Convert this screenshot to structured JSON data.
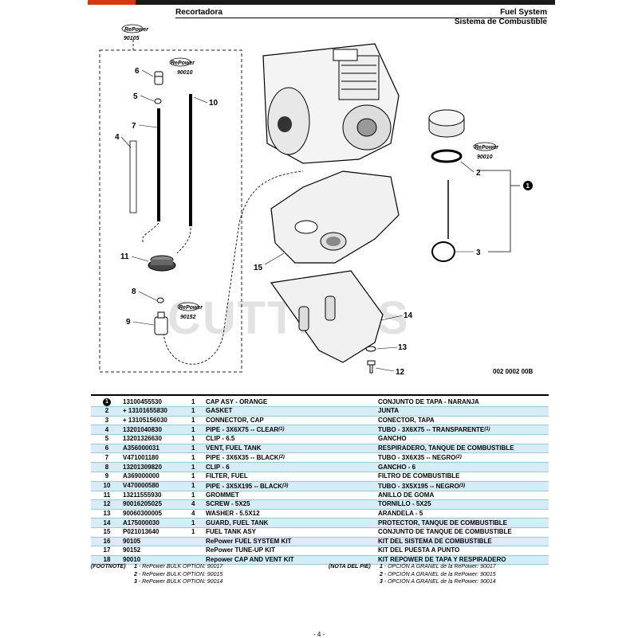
{
  "header": {
    "left_title": "Recortadora",
    "right_title_1": "Fuel System",
    "right_title_2": "Sistema de Combustible"
  },
  "diagram": {
    "code": "002 0002 00B",
    "watermark": "CUTTER'S",
    "repower_text": "RePower",
    "callouts": [
      "1",
      "2",
      "3",
      "4",
      "5",
      "6",
      "7",
      "8",
      "9",
      "10",
      "11",
      "12",
      "13",
      "14",
      "15"
    ],
    "kit_numbers": [
      "90105",
      "90010",
      "90010",
      "90152"
    ]
  },
  "parts_table": [
    {
      "ref": "1",
      "part": "13100455530",
      "qty": "1",
      "en": "CAP ASY - ORANGE",
      "es": "CONJUNTO DE TAPA - NARANJA",
      "blue": false,
      "circled": true
    },
    {
      "ref": "2",
      "part": "+ 13101655830",
      "qty": "1",
      "en": "GASKET",
      "es": "JUNTA",
      "blue": true
    },
    {
      "ref": "3",
      "part": "+ 13105156030",
      "qty": "1",
      "en": "CONNECTOR, CAP",
      "es": "CONECTOR, TAPA",
      "blue": false
    },
    {
      "ref": "4",
      "part": "13201040830",
      "qty": "1",
      "en": "PIPE - 3X6X75 -- CLEAR",
      "en_sup": "(1)",
      "es": "TUBO - 3X6X75 -- TRANSPARENTE",
      "es_sup": "(1)",
      "blue": true
    },
    {
      "ref": "5",
      "part": "13201326630",
      "qty": "1",
      "en": "CLIP - 6.5",
      "es": "GANCHO",
      "blue": false
    },
    {
      "ref": "6",
      "part": "A356000031",
      "qty": "1",
      "en": "VENT, FUEL TANK",
      "es": "RESPIRADERO, TANQUE DE COMBUSTIBLE",
      "blue": true
    },
    {
      "ref": "7",
      "part": "V471001180",
      "qty": "1",
      "en": "PIPE - 3X6X35 -- BLACK",
      "en_sup": "(2)",
      "es": "TUBO - 3X6X35 -- NEGRO",
      "es_sup": "(2)",
      "blue": false
    },
    {
      "ref": "8",
      "part": "13201309820",
      "qty": "1",
      "en": "CLIP - 6",
      "es": "GANCHO - 6",
      "blue": true
    },
    {
      "ref": "9",
      "part": "A369000000",
      "qty": "1",
      "en": "FILTER, FUEL",
      "es": "FILTRO DE COMBUSTIBLE",
      "blue": false
    },
    {
      "ref": "10",
      "part": "V470000580",
      "qty": "1",
      "en": "PIPE - 3X5X195 -- BLACK",
      "en_sup": "(3)",
      "es": "TUBO - 3X5X195 -- NEGRO",
      "es_sup": "(3)",
      "blue": true
    },
    {
      "ref": "11",
      "part": "13211555930",
      "qty": "1",
      "en": "GROMMET",
      "es": "ANILLO DE GOMA",
      "blue": false
    },
    {
      "ref": "12",
      "part": "90016205025",
      "qty": "4",
      "en": "SCREW - 5X25",
      "es": "TORNILLO - 5X25",
      "blue": true
    },
    {
      "ref": "13",
      "part": "90060300005",
      "qty": "4",
      "en": "WASHER - 5.5X12",
      "es": "ARANDELA - 5",
      "blue": false
    },
    {
      "ref": "14",
      "part": "A175000030",
      "qty": "1",
      "en": "GUARD, FUEL TANK",
      "es": "PROTECTOR, TANQUE DE COMBUSTIBLE",
      "blue": true
    },
    {
      "ref": "15",
      "part": "P021013640",
      "qty": "1",
      "en": "FUEL TANK ASY",
      "es": "CONJUNTO DE TANQUE DE COMBUSTIBLE",
      "blue": false
    },
    {
      "ref": "16",
      "part": "90105",
      "qty": "",
      "en": "RePower FUEL SYSTEM KIT",
      "es": "KIT DEL SISTEMA DE COMBUSTIBLE",
      "blue": true
    },
    {
      "ref": "17",
      "part": "90152",
      "qty": "",
      "en": "RePower TUNE-UP KIT",
      "es": "KIT DEL PUESTA A PUNTO",
      "blue": false
    },
    {
      "ref": "18",
      "part": "90010",
      "qty": "",
      "en": "Repower CAP AND VENT KIT",
      "es": "KIT REPOWER DE TAPA Y RESPIRADERO",
      "blue": true
    }
  ],
  "footnotes": {
    "label_en": "(FOOTNOTE)",
    "label_es": "(NOTA DEL PIE)",
    "en": [
      {
        "n": "1",
        "text": "- RePower BULK OPTION: 90017"
      },
      {
        "n": "2",
        "text": "- RePower BULK OPTION: 90015"
      },
      {
        "n": "3",
        "text": "- RePower BULK OPTION: 90014"
      }
    ],
    "es": [
      {
        "n": "1",
        "text": "- OPCIÓN A GRANEL de la RePower: 90017"
      },
      {
        "n": "2",
        "text": "- OPCIÓN A GRANEL de la RePower: 90015"
      },
      {
        "n": "3",
        "text": "- OPCIÓN A GRANEL de la RePower: 90014"
      }
    ]
  },
  "page_number": "- 4 -"
}
